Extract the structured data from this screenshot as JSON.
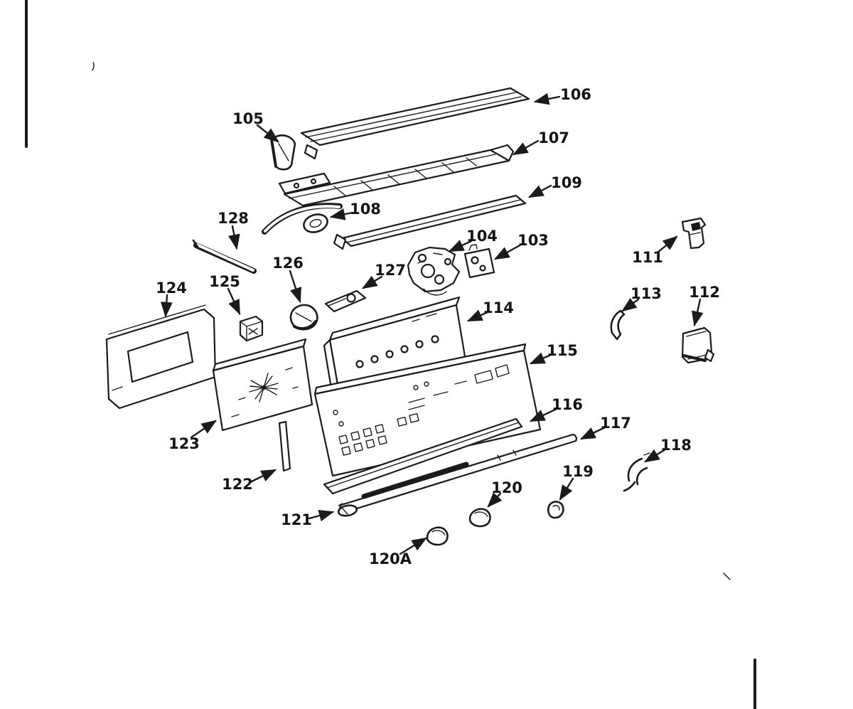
{
  "figure": {
    "type": "exploded-parts-diagram",
    "description": "Backguard control panel exploded parts line drawing",
    "callouts": {
      "c103": "103",
      "c104": "104",
      "c105": "105",
      "c106": "106",
      "c107": "107",
      "c108": "108",
      "c109": "109",
      "c111": "111",
      "c112": "112",
      "c113": "113",
      "c114": "114",
      "c115": "115",
      "c116": "116",
      "c117": "117",
      "c118": "118",
      "c119": "119",
      "c120": "120",
      "c120a": "120A",
      "c121": "121",
      "c122": "122",
      "c123": "123",
      "c124": "124",
      "c125": "125",
      "c126": "126",
      "c127": "127",
      "c128": "128"
    }
  }
}
